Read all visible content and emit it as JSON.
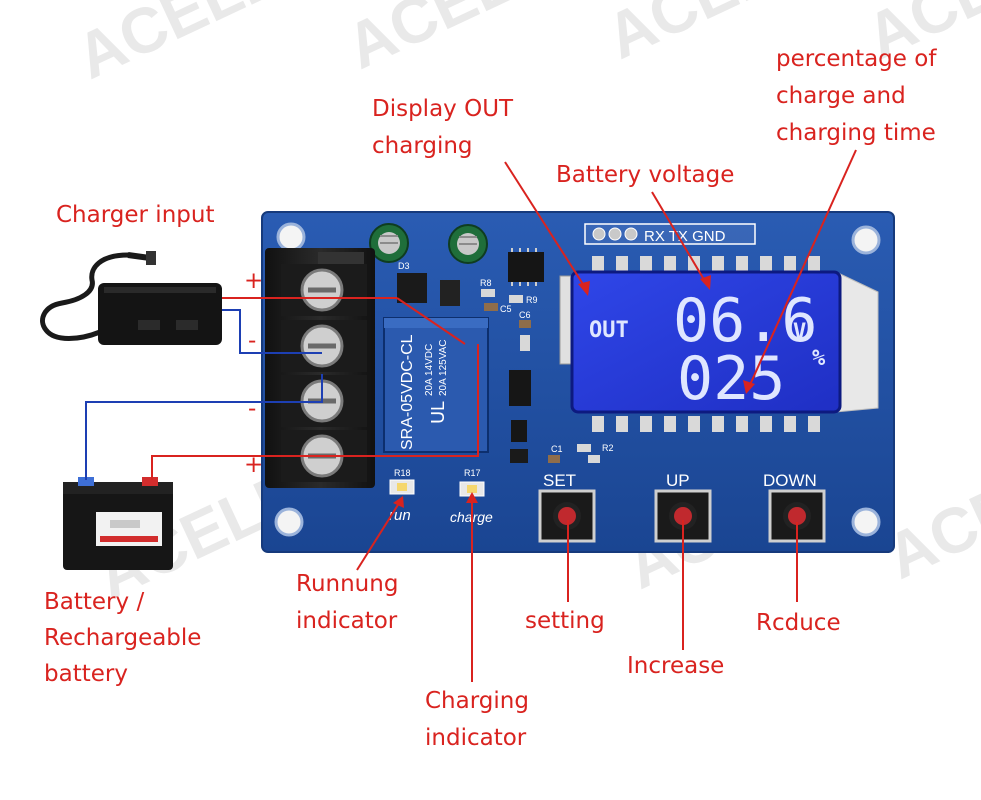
{
  "watermark": "ACELEX",
  "annotations": {
    "charger_input": "Charger input",
    "display_out": [
      "Display OUT",
      "charging"
    ],
    "battery_voltage": "Battery voltage",
    "percentage": [
      "percentage of",
      "charge and",
      "charging time"
    ],
    "battery": [
      "Battery /",
      "Rechargeable",
      "battery"
    ],
    "running_indicator": [
      "Runnung",
      "indicator"
    ],
    "charging_indicator": [
      "Charging",
      "indicator"
    ],
    "setting": "setting",
    "increase": "Increase",
    "reduce": "Rcduce"
  },
  "polarity": {
    "charger_pos": "+",
    "charger_neg": "-",
    "battery_neg": "-",
    "battery_pos": "+"
  },
  "board": {
    "header": "RX TX GND",
    "relay": [
      "SRA-05VDC-CL",
      "20A 14VDC",
      "20A 125VAC"
    ],
    "refs": {
      "d3": "D3",
      "r8": "R8",
      "r9": "R9",
      "c5": "C5",
      "c6": "C6",
      "c1": "C1",
      "r2": "R2",
      "r18": "R18",
      "r17": "R17"
    },
    "led_run": "run",
    "led_charge": "charge",
    "buttons": {
      "set": "SET",
      "up": "UP",
      "down": "DOWN"
    }
  },
  "lcd": {
    "out_label": "OUT",
    "voltage": "06.6",
    "voltage_unit": "V",
    "percent": "025",
    "percent_unit": "%"
  },
  "colors": {
    "annotation": "#d9231f",
    "board": "#1f4fa3",
    "lcd": "#2437d8",
    "wire_blue": "#1d3fb3",
    "wire_red": "#d9231f"
  }
}
